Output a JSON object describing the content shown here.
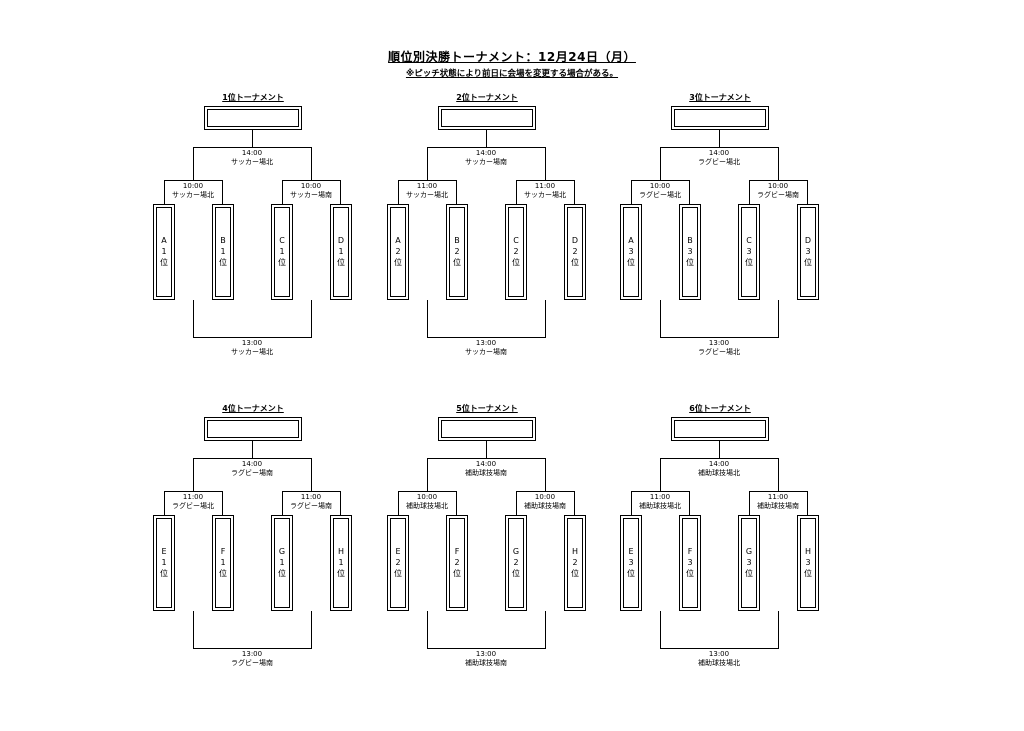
{
  "header": {
    "title": "順位別決勝トーナメント：12月24日（月）",
    "note": "※ピッチ状態により前日に会場を変更する場合がある。"
  },
  "brackets": [
    {
      "title": "1位トーナメント",
      "final": {
        "time": "14:00",
        "venue": "サッカー場北"
      },
      "semi_left": {
        "time": "10:00",
        "venue": "サッカー場北"
      },
      "semi_right": {
        "time": "10:00",
        "venue": "サッカー場南"
      },
      "teams": [
        {
          "letter": "A",
          "rank": "1",
          "suffix": "位"
        },
        {
          "letter": "B",
          "rank": "1",
          "suffix": "位"
        },
        {
          "letter": "C",
          "rank": "1",
          "suffix": "位"
        },
        {
          "letter": "D",
          "rank": "1",
          "suffix": "位"
        }
      ],
      "third": {
        "time": "13:00",
        "venue": "サッカー場北"
      }
    },
    {
      "title": "2位トーナメント",
      "final": {
        "time": "14:00",
        "venue": "サッカー場南"
      },
      "semi_left": {
        "time": "11:00",
        "venue": "サッカー場北"
      },
      "semi_right": {
        "time": "11:00",
        "venue": "サッカー場北"
      },
      "teams": [
        {
          "letter": "A",
          "rank": "2",
          "suffix": "位"
        },
        {
          "letter": "B",
          "rank": "2",
          "suffix": "位"
        },
        {
          "letter": "C",
          "rank": "2",
          "suffix": "位"
        },
        {
          "letter": "D",
          "rank": "2",
          "suffix": "位"
        }
      ],
      "third": {
        "time": "13:00",
        "venue": "サッカー場南"
      }
    },
    {
      "title": "3位トーナメント",
      "final": {
        "time": "14:00",
        "venue": "ラグビー場北"
      },
      "semi_left": {
        "time": "10:00",
        "venue": "ラグビー場北"
      },
      "semi_right": {
        "time": "10:00",
        "venue": "ラグビー場南"
      },
      "teams": [
        {
          "letter": "A",
          "rank": "3",
          "suffix": "位"
        },
        {
          "letter": "B",
          "rank": "3",
          "suffix": "位"
        },
        {
          "letter": "C",
          "rank": "3",
          "suffix": "位"
        },
        {
          "letter": "D",
          "rank": "3",
          "suffix": "位"
        }
      ],
      "third": {
        "time": "13:00",
        "venue": "ラグビー場北"
      }
    },
    {
      "title": "4位トーナメント",
      "final": {
        "time": "14:00",
        "venue": "ラグビー場南"
      },
      "semi_left": {
        "time": "11:00",
        "venue": "ラグビー場北"
      },
      "semi_right": {
        "time": "11:00",
        "venue": "ラグビー場南"
      },
      "teams": [
        {
          "letter": "E",
          "rank": "1",
          "suffix": "位"
        },
        {
          "letter": "F",
          "rank": "1",
          "suffix": "位"
        },
        {
          "letter": "G",
          "rank": "1",
          "suffix": "位"
        },
        {
          "letter": "H",
          "rank": "1",
          "suffix": "位"
        }
      ],
      "third": {
        "time": "13:00",
        "venue": "ラグビー場南"
      }
    },
    {
      "title": "5位トーナメント",
      "final": {
        "time": "14:00",
        "venue": "補助球技場南"
      },
      "semi_left": {
        "time": "10:00",
        "venue": "補助球技場北"
      },
      "semi_right": {
        "time": "10:00",
        "venue": "補助球技場南"
      },
      "teams": [
        {
          "letter": "E",
          "rank": "2",
          "suffix": "位"
        },
        {
          "letter": "F",
          "rank": "2",
          "suffix": "位"
        },
        {
          "letter": "G",
          "rank": "2",
          "suffix": "位"
        },
        {
          "letter": "H",
          "rank": "2",
          "suffix": "位"
        }
      ],
      "third": {
        "time": "13:00",
        "venue": "補助球技場南"
      }
    },
    {
      "title": "6位トーナメント",
      "final": {
        "time": "14:00",
        "venue": "補助球技場北"
      },
      "semi_left": {
        "time": "11:00",
        "venue": "補助球技場北"
      },
      "semi_right": {
        "time": "11:00",
        "venue": "補助球技場南"
      },
      "teams": [
        {
          "letter": "E",
          "rank": "3",
          "suffix": "位"
        },
        {
          "letter": "F",
          "rank": "3",
          "suffix": "位"
        },
        {
          "letter": "G",
          "rank": "3",
          "suffix": "位"
        },
        {
          "letter": "H",
          "rank": "3",
          "suffix": "位"
        }
      ],
      "third": {
        "time": "13:00",
        "venue": "補助球技場北"
      }
    }
  ]
}
